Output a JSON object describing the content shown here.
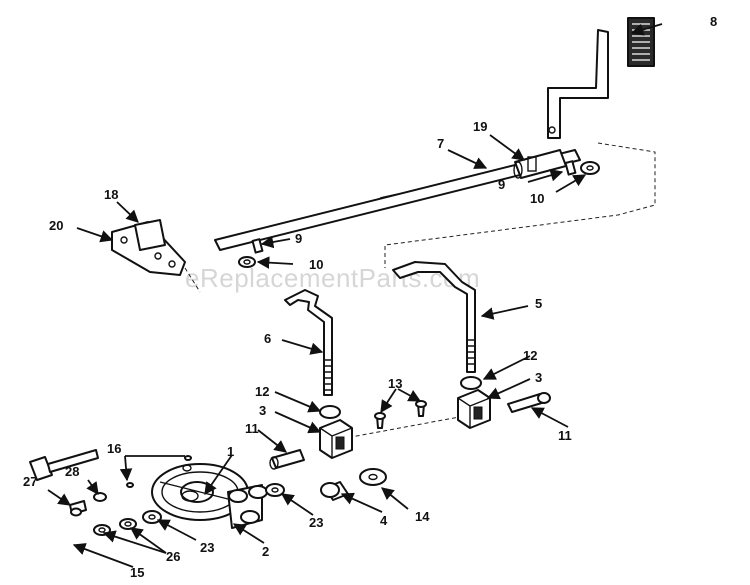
{
  "watermark": "eReplacementParts.com",
  "callouts": {
    "c1": "1",
    "c2": "2",
    "c3a": "3",
    "c3b": "3",
    "c4": "4",
    "c5": "5",
    "c6": "6",
    "c7": "7",
    "c8": "8",
    "c9a": "9",
    "c9b": "9",
    "c10a": "10",
    "c10b": "10",
    "c11a": "11",
    "c11b": "11",
    "c12a": "12",
    "c12b": "12",
    "c13": "13",
    "c14": "14",
    "c15": "15",
    "c16": "16",
    "c18": "18",
    "c19": "19",
    "c20": "20",
    "c23a": "23",
    "c23b": "23",
    "c26": "26",
    "c27": "27",
    "c28": "28"
  }
}
